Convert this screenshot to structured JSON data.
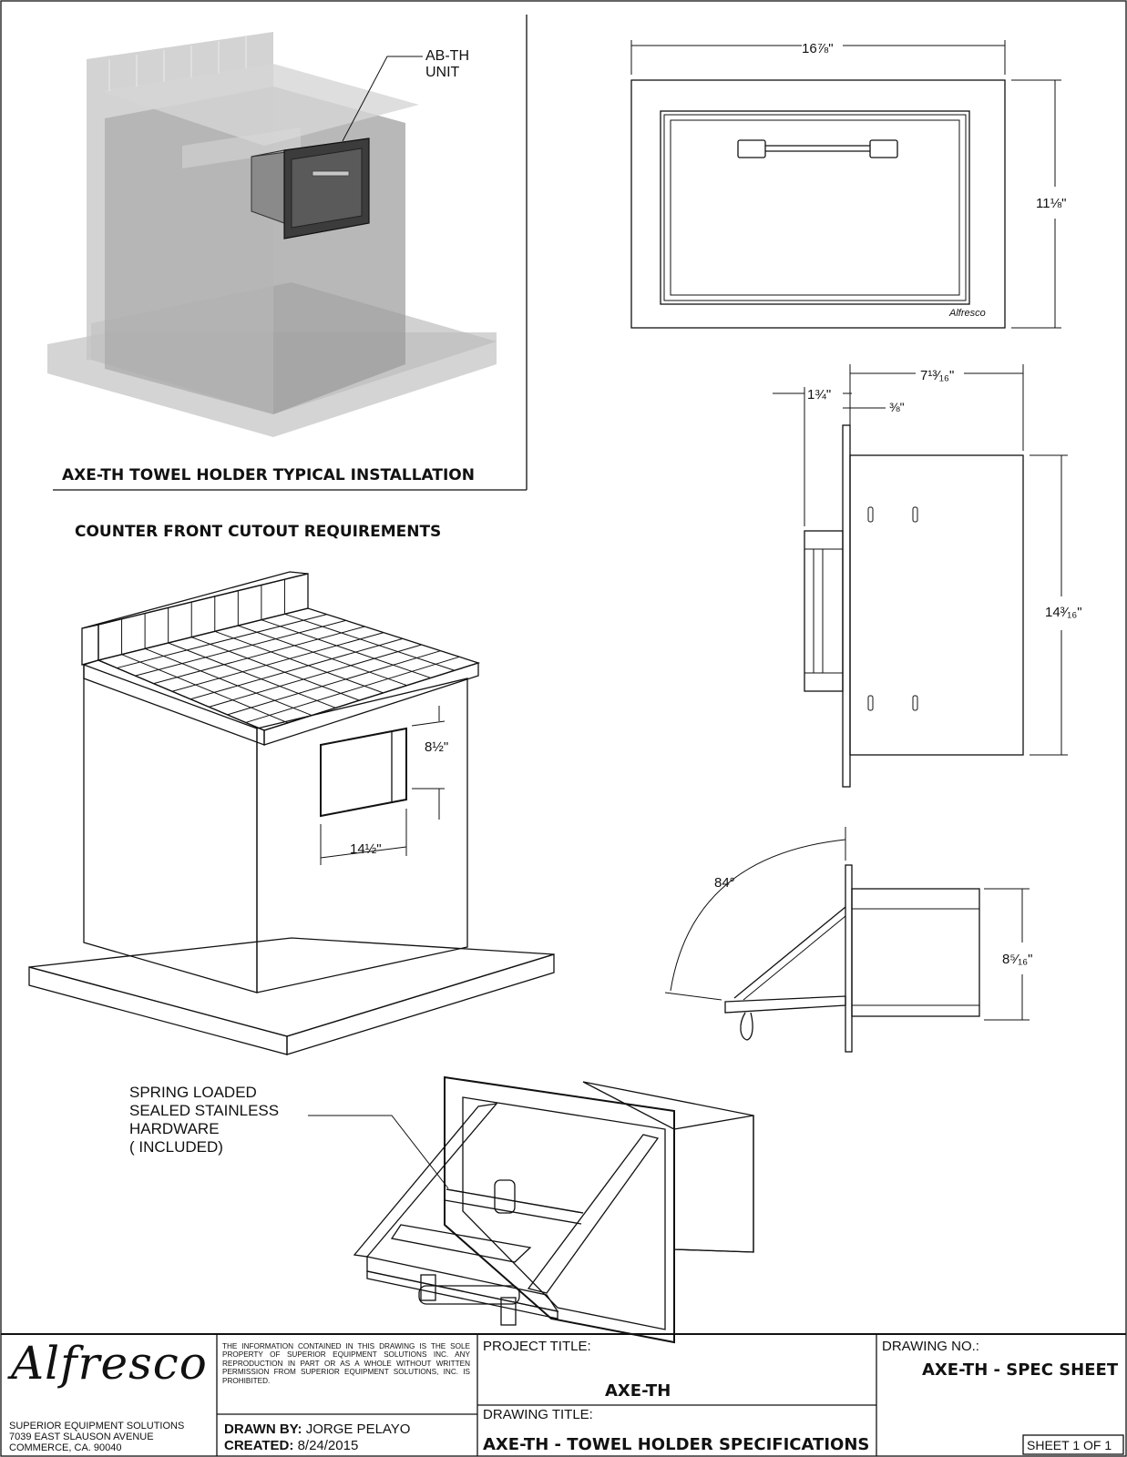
{
  "installation": {
    "callout": [
      "AB-TH",
      "UNIT"
    ],
    "title": "AXE-TH TOWEL HOLDER TYPICAL INSTALLATION"
  },
  "cutout": {
    "title": "COUNTER FRONT CUTOUT REQUIREMENTS",
    "height_dim": "8½\"",
    "width_dim": "14½\""
  },
  "front_view": {
    "width_dim": "16⅞\"",
    "height_dim": "11⅛\"",
    "brand_mark": "Alfresco"
  },
  "side_view": {
    "depth_dim": "7¹³⁄₁₆\"",
    "flange_dim": "1¾\"",
    "lip_dim": "⅜\"",
    "height_dim": "14³⁄₁₆\""
  },
  "open_view": {
    "angle": "84°",
    "height_dim": "8⁵⁄₁₆\""
  },
  "hardware_note": [
    "SPRING LOADED",
    "SEALED STAINLESS",
    "HARDWARE",
    "( INCLUDED)"
  ],
  "title_block": {
    "logo": "Alfresco",
    "company": [
      "SUPERIOR EQUIPMENT SOLUTIONS",
      "7039 EAST SLAUSON AVENUE",
      "COMMERCE, CA. 90040"
    ],
    "legal": "THE INFORMATION CONTAINED IN THIS DRAWING IS THE SOLE PROPERTY OF SUPERIOR EQUIPMENT SOLUTIONS INC. ANY REPRODUCTION IN PART OR AS A WHOLE WITHOUT WRITTEN PERMISSION FROM SUPERIOR EQUIPMENT SOLUTIONS, INC. IS PROHIBITED.",
    "drawn_by_label": "DRAWN BY:",
    "drawn_by": "JORGE PELAYO",
    "created_label": "CREATED:",
    "created": "8/24/2015",
    "project_title_label": "PROJECT TITLE:",
    "project_title": "AXE-TH",
    "drawing_title_label": "DRAWING TITLE:",
    "drawing_title": "AXE-TH - TOWEL HOLDER SPECIFICATIONS",
    "drawing_no_label": "DRAWING NO.:",
    "drawing_no": "AXE-TH - SPEC SHEET",
    "sheet": "SHEET 1 OF 1"
  }
}
